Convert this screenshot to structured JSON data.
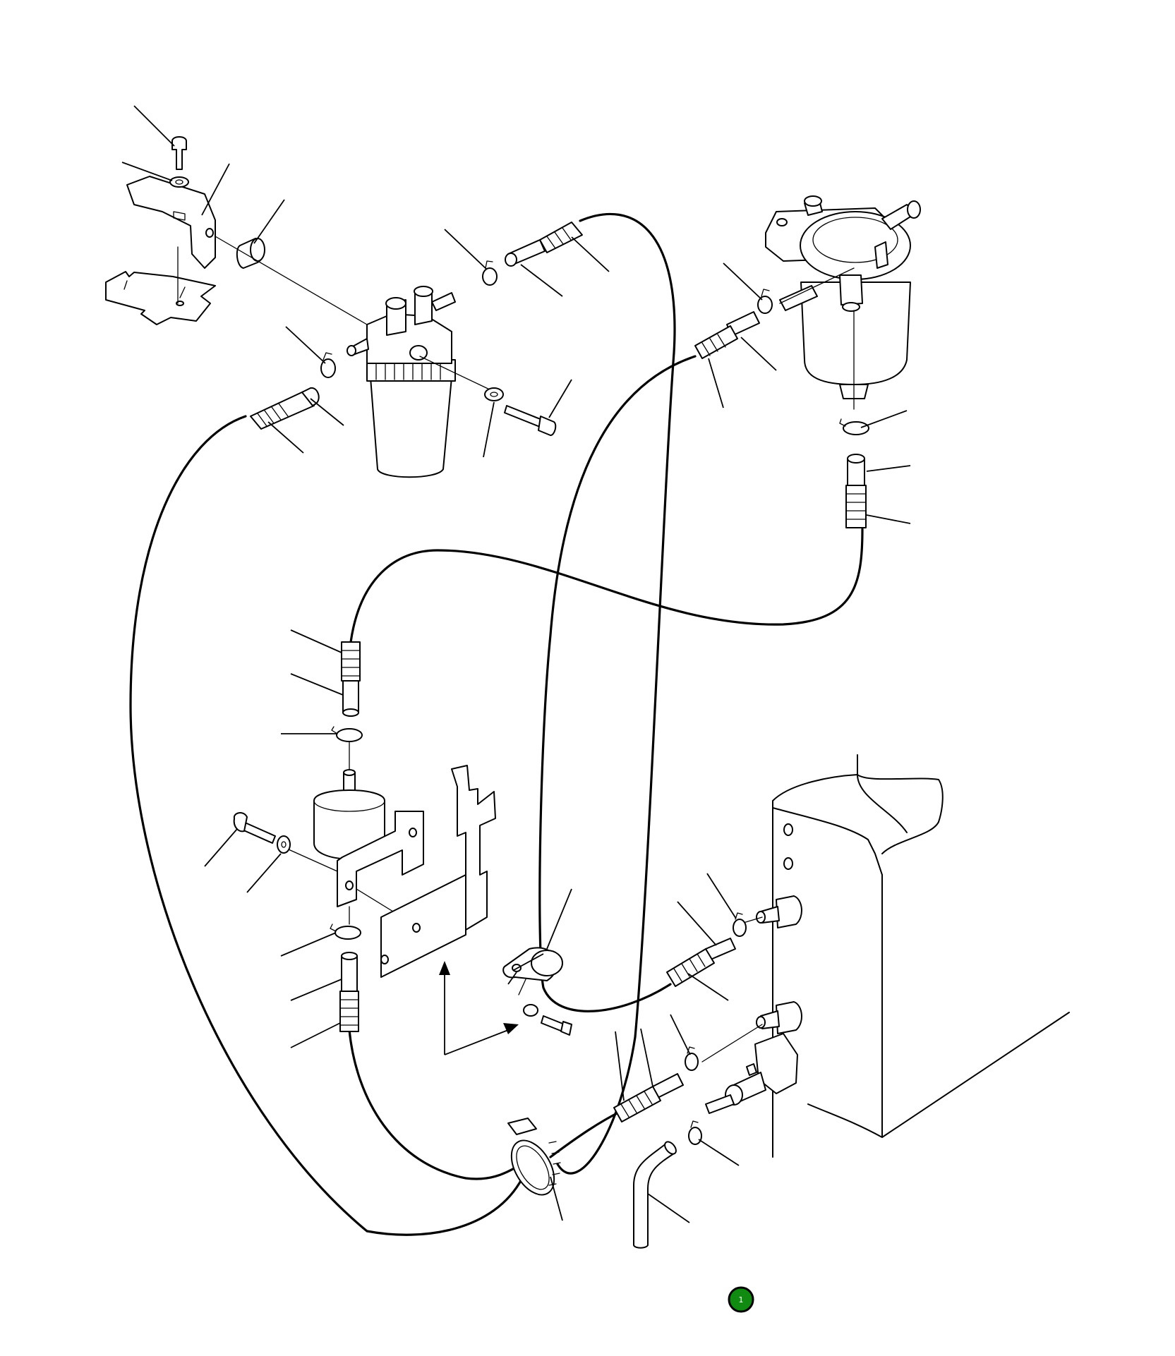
{
  "diagram": {
    "type": "exploded-parts-view",
    "subject": "fuel-line-and-filter-assembly",
    "colors": {
      "line": "#000000",
      "background": "#ffffff",
      "badge": "#108a10",
      "badge_text": "#ffffff"
    },
    "page_badge": {
      "label": "1",
      "icon": "green-circle-badge"
    },
    "callout_count": 38
  }
}
